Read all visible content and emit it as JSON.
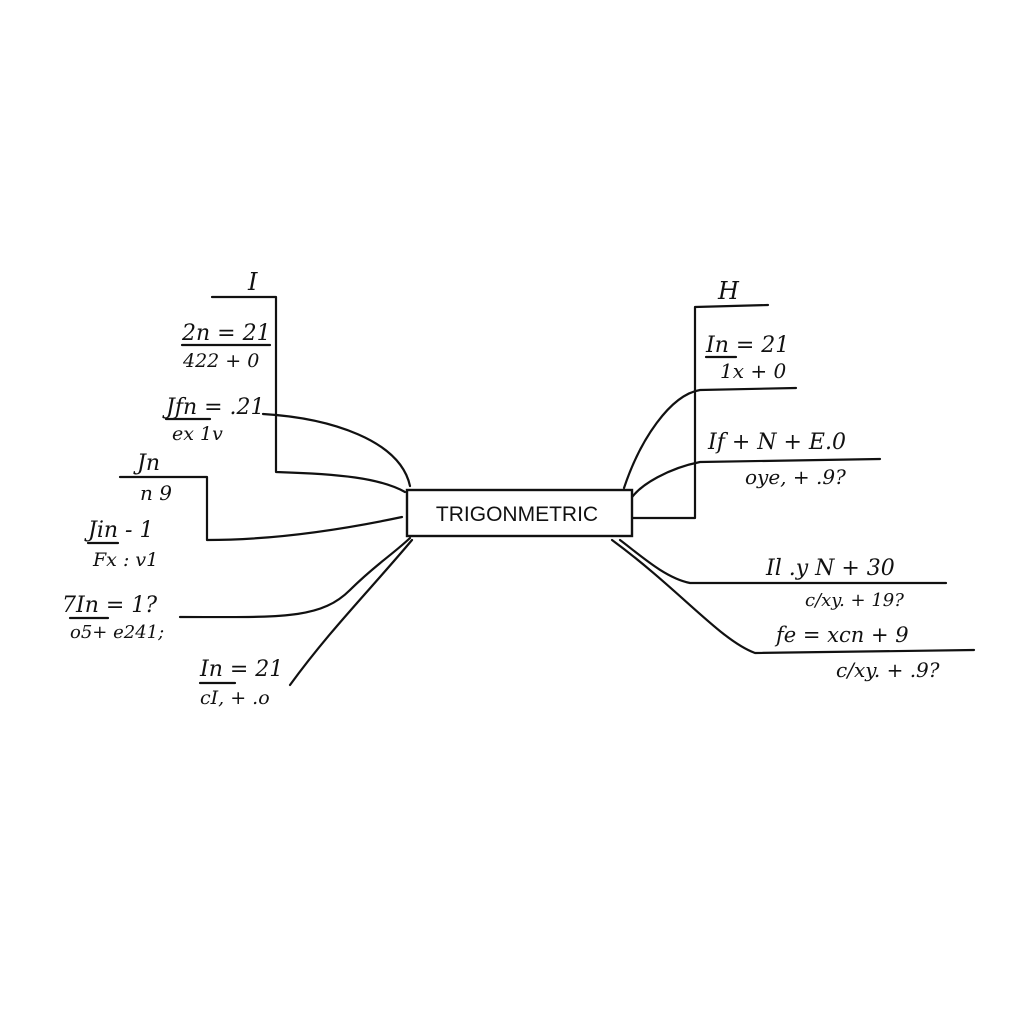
{
  "center": {
    "label": "TRIGONMETRIC"
  },
  "left": {
    "top_label": "I",
    "items": [
      {
        "num": "2n = 21",
        "den": "422 + 0"
      },
      {
        "num": "Jfn = .21",
        "den": "ex 1v"
      },
      {
        "num": "Jn",
        "den": "n 9"
      },
      {
        "num": "Jin - 1",
        "den": "Fx : v1"
      },
      {
        "num": "7In = 1?",
        "den": "o5+ e241;"
      },
      {
        "num": "In = 21",
        "den": "cI, + .o"
      }
    ]
  },
  "right": {
    "top_label": "H",
    "items": [
      {
        "num": "In = 21",
        "den": "1x + 0"
      },
      {
        "num": "If + N + E.0",
        "den": "oye, + .9?"
      },
      {
        "num": "Il .y N + 30",
        "den": "c/xy. + 19?"
      },
      {
        "num": "fe = xcn + 9",
        "den": "c/xy. + .9?"
      }
    ]
  },
  "colors": {
    "ink": "#111111",
    "paper": "#ffffff"
  }
}
